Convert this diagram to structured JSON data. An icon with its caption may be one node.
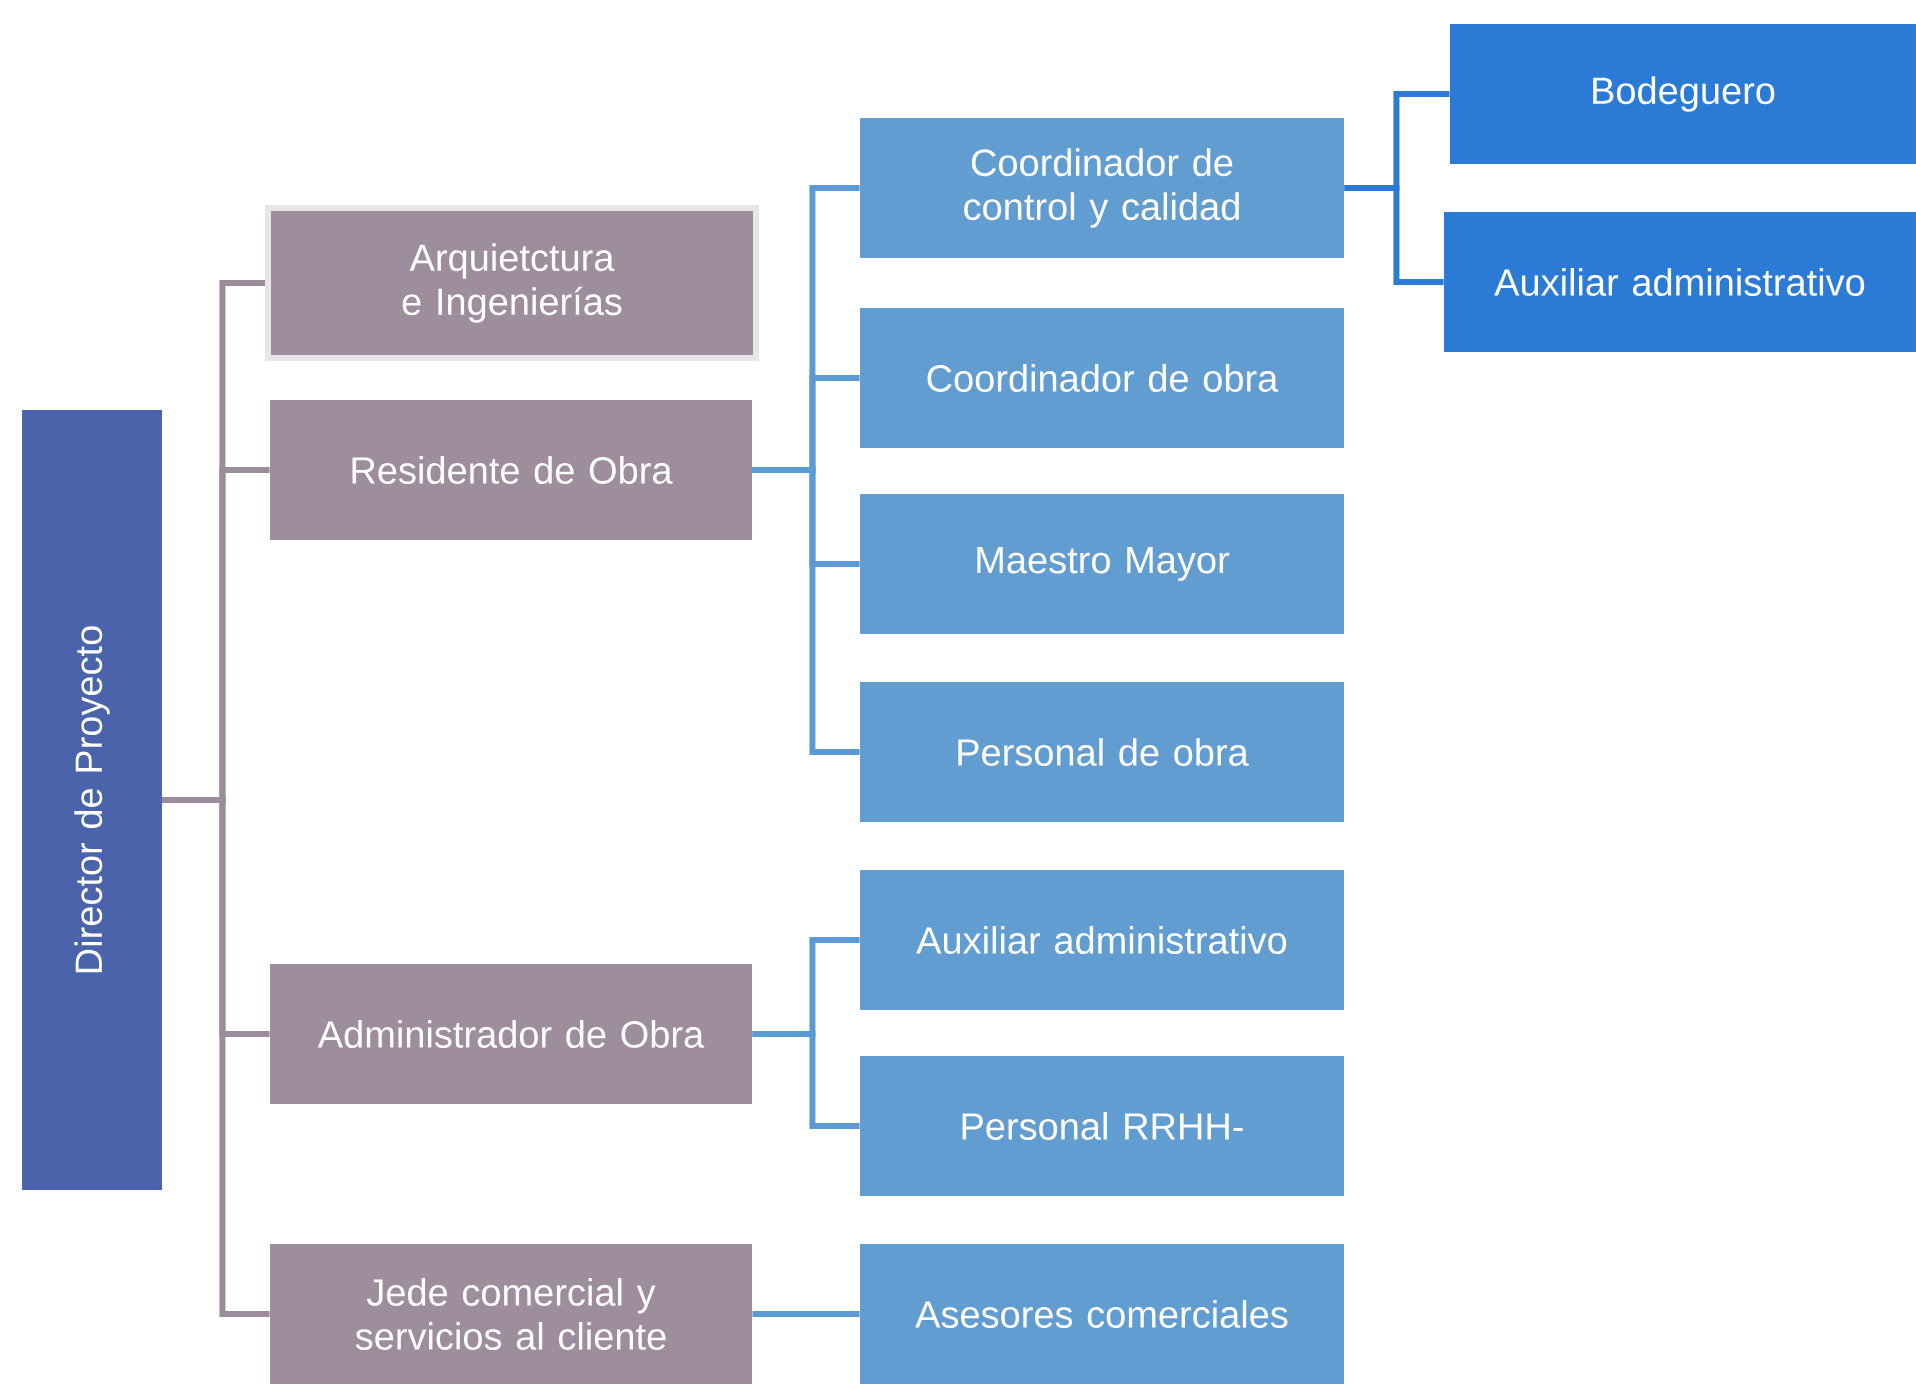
{
  "diagram": {
    "nodes": [
      {
        "text": [
          "Director de Proyecto"
        ]
      },
      {
        "text": [
          "Arquietctura e Ingenierías"
        ]
      },
      {
        "text": [
          "Residente de Obra"
        ]
      },
      {
        "text": [
          "Administrador de Obra"
        ]
      },
      {
        "text": [
          "Jede comercial y servicios al cliente"
        ]
      },
      {
        "text": [
          "Coordinador de control y calidad"
        ]
      },
      {
        "text": [
          "Coordinador de obra"
        ]
      },
      {
        "text": [
          "Maestro Mayor"
        ]
      },
      {
        "text": [
          "Personal de obra"
        ]
      },
      {
        "text": [
          "Auxiliar administrativo"
        ]
      },
      {
        "text": [
          "Personal RRHH-"
        ]
      },
      {
        "text": [
          "Asesores comerciales"
        ]
      },
      {
        "text": [
          "Bodeguero"
        ]
      },
      {
        "text": [
          "Auxiliar administrativo"
        ]
      }
    ],
    "edges": [
      {
        "from": 0,
        "to": 1,
        "arrow": "none",
        "color": "#9b8c9b"
      },
      {
        "from": 0,
        "to": 2,
        "arrow": "none",
        "color": "#9b8c9b"
      },
      {
        "from": 0,
        "to": 3,
        "arrow": "none",
        "color": "#9b8c9b"
      },
      {
        "from": 0,
        "to": 4,
        "arrow": "none",
        "color": "#9b8c9b"
      },
      {
        "from": 2,
        "to": 5,
        "arrow": "none"
      },
      {
        "from": 2,
        "to": 6,
        "arrow": "none"
      },
      {
        "from": 2,
        "to": 7,
        "arrow": "none"
      },
      {
        "from": 2,
        "to": 8,
        "arrow": "none"
      },
      {
        "from": 3,
        "to": 9,
        "arrow": "none"
      },
      {
        "from": 3,
        "to": 10,
        "arrow": "none"
      },
      {
        "from": 4,
        "to": 11,
        "arrow": "none"
      },
      {
        "from": 5,
        "to": 12,
        "arrow": "none",
        "color": "#2b7bd6"
      },
      {
        "from": 5,
        "to": 13,
        "arrow": "none",
        "color": "#2b7bd6"
      }
    ]
  }
}
